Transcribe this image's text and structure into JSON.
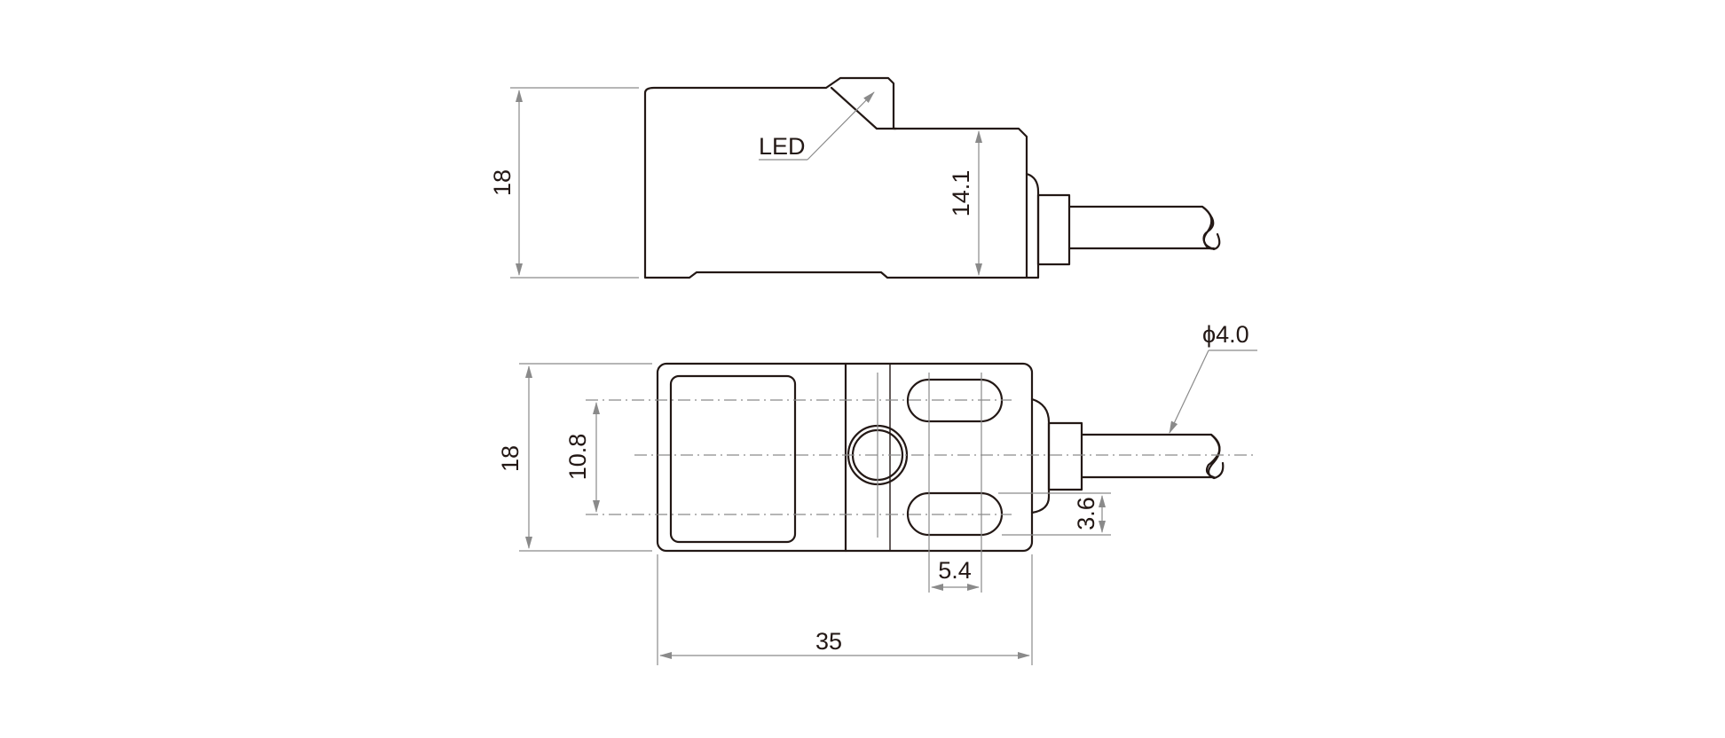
{
  "labels": {
    "led": "LED",
    "side_height": "18",
    "side_front_height": "14.1",
    "cable_diameter": "ϕ4.0",
    "top_height": "18",
    "slot_spacing": "10.8",
    "slot_width": "3.6",
    "slot_length": "5.4",
    "overall_length": "35"
  },
  "colors": {
    "outline": "#231815",
    "dimension": "#8a8a8a"
  }
}
